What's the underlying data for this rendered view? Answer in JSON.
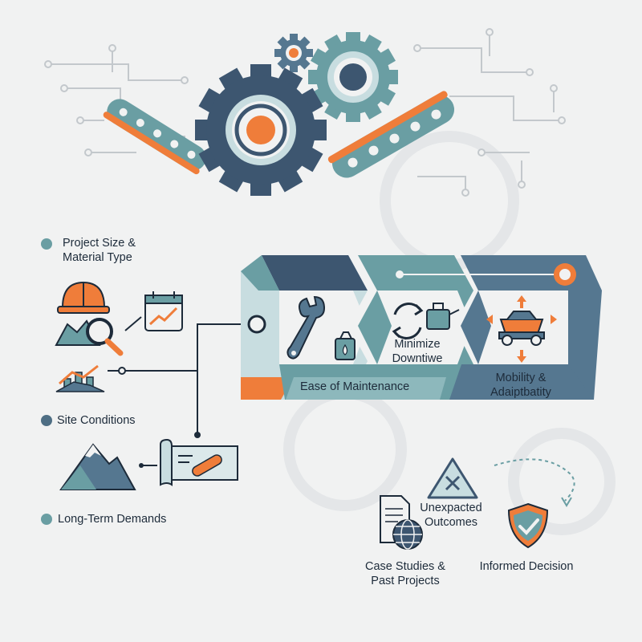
{
  "left_factors": [
    {
      "label": "Project Size &\nMaterial Type",
      "dot_color": "#6a9ea3"
    },
    {
      "label": "Site Conditions",
      "dot_color": "#4e6e84"
    },
    {
      "label": "Long-Term Demands",
      "dot_color": "#6a9ea3"
    }
  ],
  "flow_steps": {
    "maintenance": "Ease of Maintenance",
    "downtime": "Minimize\nDowntiwe",
    "mobility": "Mobility &\nAdaiptbatity"
  },
  "decision": {
    "case_studies": "Case Studies &\nPast Projects",
    "unexpected": "Unexpacted\nOutcomes",
    "informed": "Informed Decision"
  },
  "colors": {
    "navy": "#3d5670",
    "teal": "#6a9ea3",
    "slate": "#557790",
    "orange": "#ef7d3a",
    "light": "#c8dde0",
    "bg": "#f1f2f2"
  },
  "icons": [
    "gear-icon",
    "conveyor-icon",
    "hard-hat-icon",
    "magnifier-icon",
    "calendar-chart-icon",
    "growth-chart-icon",
    "mountain-icon",
    "blueprint-icon",
    "wrench-icon",
    "oil-can-icon",
    "refresh-icon",
    "cart-icon",
    "document-icon",
    "globe-icon",
    "warning-icon",
    "shield-check-icon"
  ]
}
